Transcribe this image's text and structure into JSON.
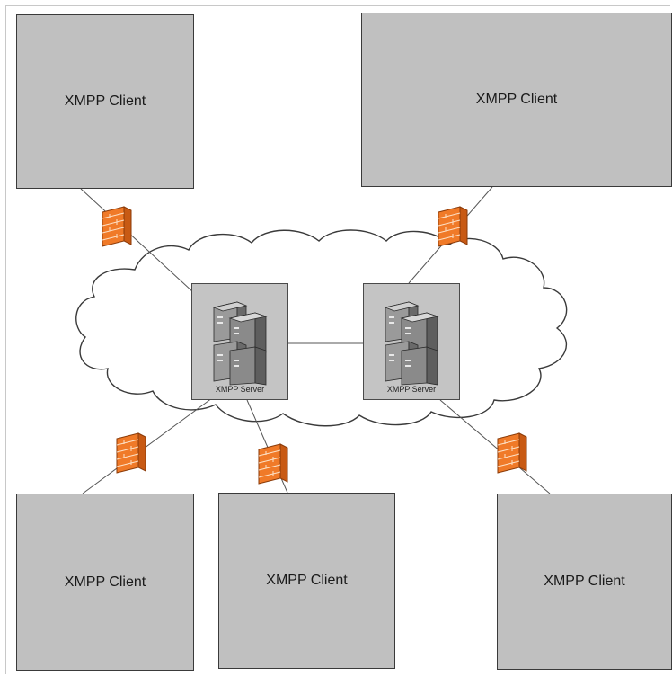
{
  "diagram": {
    "client_label": "XMPP Client",
    "server_label": "XMPP Server",
    "clients": [
      {
        "id": "top-left",
        "label": "XMPP Client"
      },
      {
        "id": "top-right",
        "label": "XMPP Client"
      },
      {
        "id": "bottom-left",
        "label": "XMPP Client"
      },
      {
        "id": "bottom-middle",
        "label": "XMPP Client"
      },
      {
        "id": "bottom-right",
        "label": "XMPP Client"
      }
    ],
    "servers": [
      {
        "id": "left",
        "label": "XMPP Server"
      },
      {
        "id": "right",
        "label": "XMPP Server"
      }
    ],
    "colors": {
      "box_fill": "#c0c0c0",
      "firewall_fill": "#f07a28",
      "cloud_stroke": "#3a3a3a",
      "line_color": "#555555"
    }
  }
}
